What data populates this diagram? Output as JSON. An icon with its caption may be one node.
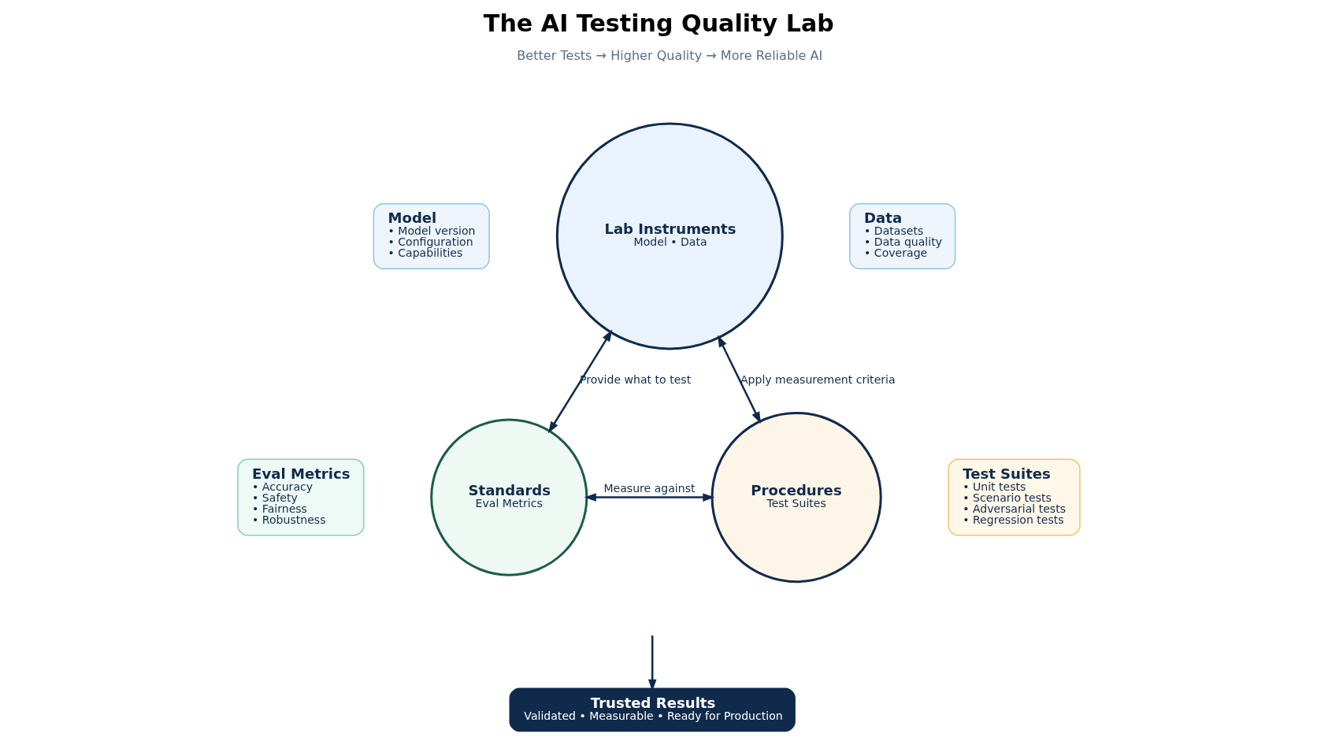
{
  "diagram": {
    "title": "The AI Testing Quality Lab",
    "nodes": [
      {
        "text": [
          "Lab Instruments",
          "Model • Data"
        ]
      },
      {
        "text": [
          "Model",
          "• Model version",
          "• Configuration",
          "• Capabilities"
        ]
      },
      {
        "text": [
          "Data",
          "• Datasets",
          "• Data quality",
          "• Coverage"
        ]
      },
      {
        "text": [
          "Standards",
          "Eval Metrics"
        ]
      },
      {
        "text": [
          "Eval Metrics",
          "• Accuracy",
          "• Safety",
          "• Fairness",
          "• Robustness"
        ]
      },
      {
        "text": [
          "Procedures",
          "Test Suites"
        ]
      },
      {
        "text": [
          "Test Suites",
          "• Unit tests",
          "• Scenario tests",
          "• Adversarial tests",
          "• Regression tests"
        ]
      },
      {
        "text": [
          "Trusted Results",
          "Validated • Measurable • Ready for Production"
        ]
      }
    ],
    "edges": [
      {
        "from": 0,
        "to": 3,
        "arrow": "both",
        "label": "Provide what to test"
      },
      {
        "from": 0,
        "to": 5,
        "arrow": "both",
        "label": "Apply measurement criteria"
      },
      {
        "from": 3,
        "to": 5,
        "arrow": "both",
        "label": "Measure against"
      },
      {
        "from": null,
        "to": 7,
        "arrow": "to"
      }
    ],
    "labels": [
      "Better Tests → Higher Quality → More Reliable AI"
    ]
  }
}
